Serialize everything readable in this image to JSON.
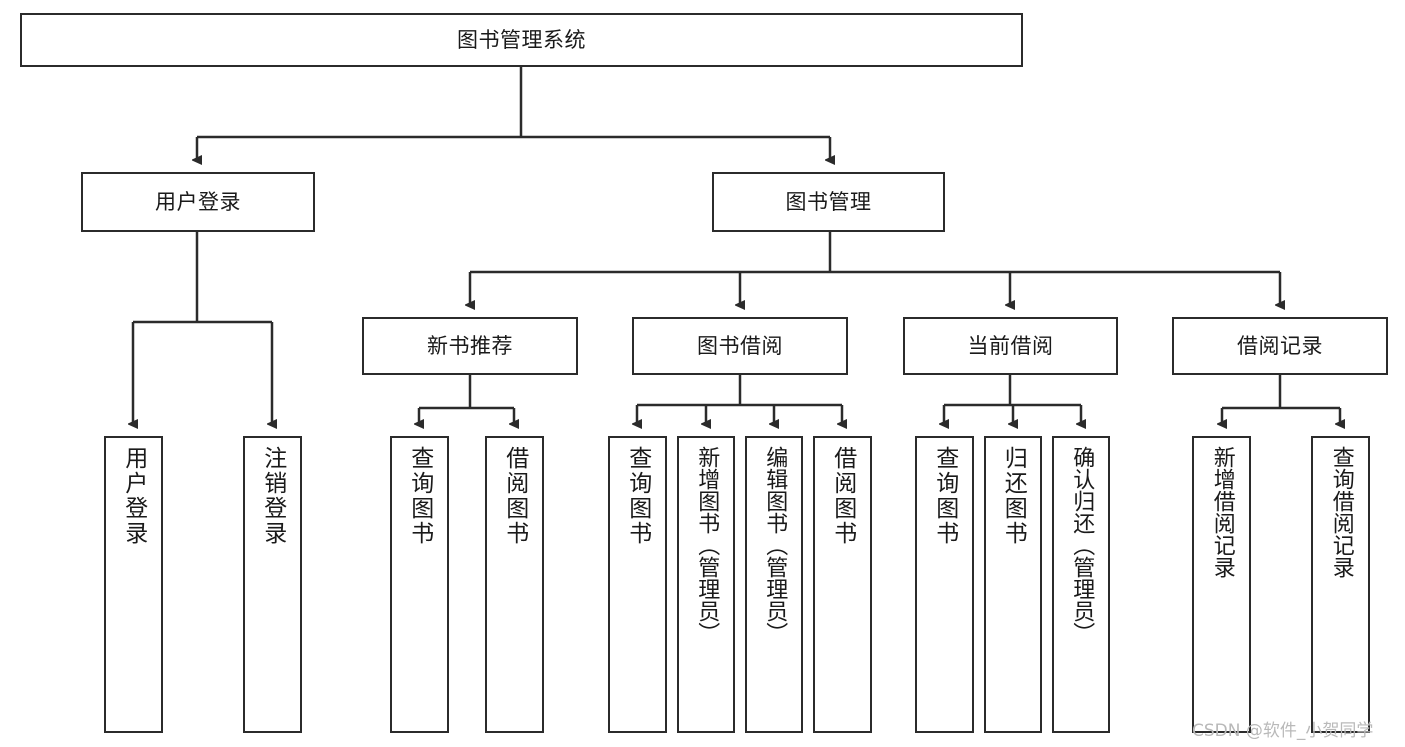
{
  "diagram": {
    "type": "tree",
    "title_node": "图书管理系统",
    "style": {
      "border_color": "#2b2b2b",
      "line_color": "#2b2b2b",
      "background": "#ffffff",
      "text_color": "#1a1a1a",
      "watermark_color": "#b9b9b9"
    },
    "nodes": {
      "root": {
        "label": "图书管理系统"
      },
      "level2": [
        {
          "id": "user-login",
          "label": "用户登录"
        },
        {
          "id": "book-management",
          "label": "图书管理"
        }
      ],
      "level3": [
        {
          "id": "new-book-recommend",
          "label": "新书推荐"
        },
        {
          "id": "book-borrow",
          "label": "图书借阅"
        },
        {
          "id": "current-borrow",
          "label": "当前借阅"
        },
        {
          "id": "borrow-record",
          "label": "借阅记录"
        }
      ],
      "leaves": {
        "user_login": [
          {
            "id": "leaf-user-login",
            "label": "用户登录"
          },
          {
            "id": "leaf-logout-login",
            "label": "注销登录"
          }
        ],
        "new_book_recommend": [
          {
            "id": "leaf-query-book-1",
            "label": "查询图书"
          },
          {
            "id": "leaf-borrow-book-1",
            "label": "借阅图书"
          }
        ],
        "book_borrow": [
          {
            "id": "leaf-query-book-2",
            "label": "查询图书"
          },
          {
            "id": "leaf-add-book-admin",
            "label": "新增图书（管理员）"
          },
          {
            "id": "leaf-edit-book-admin",
            "label": "编辑图书（管理员）"
          },
          {
            "id": "leaf-borrow-book-2",
            "label": "借阅图书"
          }
        ],
        "current_borrow": [
          {
            "id": "leaf-query-book-3",
            "label": "查询图书"
          },
          {
            "id": "leaf-return-book",
            "label": "归还图书"
          },
          {
            "id": "leaf-confirm-return-admin",
            "label": "确认归还（管理员）"
          }
        ],
        "borrow_record": [
          {
            "id": "leaf-add-borrow-record",
            "label": "新增借阅记录"
          },
          {
            "id": "leaf-query-borrow-record",
            "label": "查询借阅记录"
          }
        ]
      }
    }
  },
  "watermark": {
    "text": "CSDN @软件_小贺同学"
  }
}
